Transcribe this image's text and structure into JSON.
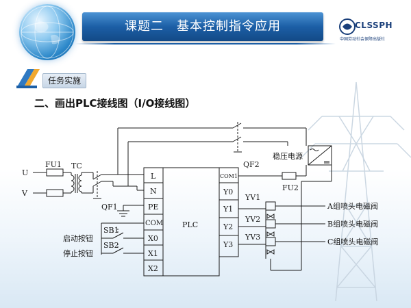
{
  "header": {
    "title": "课题二　基本控制指令应用",
    "logo_text": "CLSSPH",
    "logo_subtext": "中国劳动社会保障出版社"
  },
  "task_label": "任务实施",
  "section_heading": "二、画出PLC接线图（I/O接线图）",
  "diagram": {
    "labels": {
      "u": "U",
      "v": "V",
      "fu1": "FU1",
      "tc": "TC",
      "qf1": "QF1",
      "qf2": "QF2",
      "power_supply": "稳压电源",
      "fu2": "FU2",
      "sb1": "SB1",
      "sb2": "SB2",
      "start_button": "启动按钮",
      "stop_button": "停止按钮",
      "yv1": "YV1",
      "yv2": "YV2",
      "yv3": "YV3",
      "valve_a": "A组喷头电磁阀",
      "valve_b": "B组喷头电磁阀",
      "valve_c": "C组喷头电磁阀"
    },
    "plc": {
      "name": "PLC",
      "left_terminals": [
        "L",
        "N",
        "PE",
        "COM",
        "X0",
        "X1",
        "X2"
      ],
      "right_terminals": [
        "COM1",
        "Y0",
        "Y1",
        "Y2",
        "Y3"
      ]
    }
  },
  "colors": {
    "header_blue": "#1c5fa6",
    "globe_blue": "#2a86c8",
    "line_color": "#1a1a1a"
  }
}
